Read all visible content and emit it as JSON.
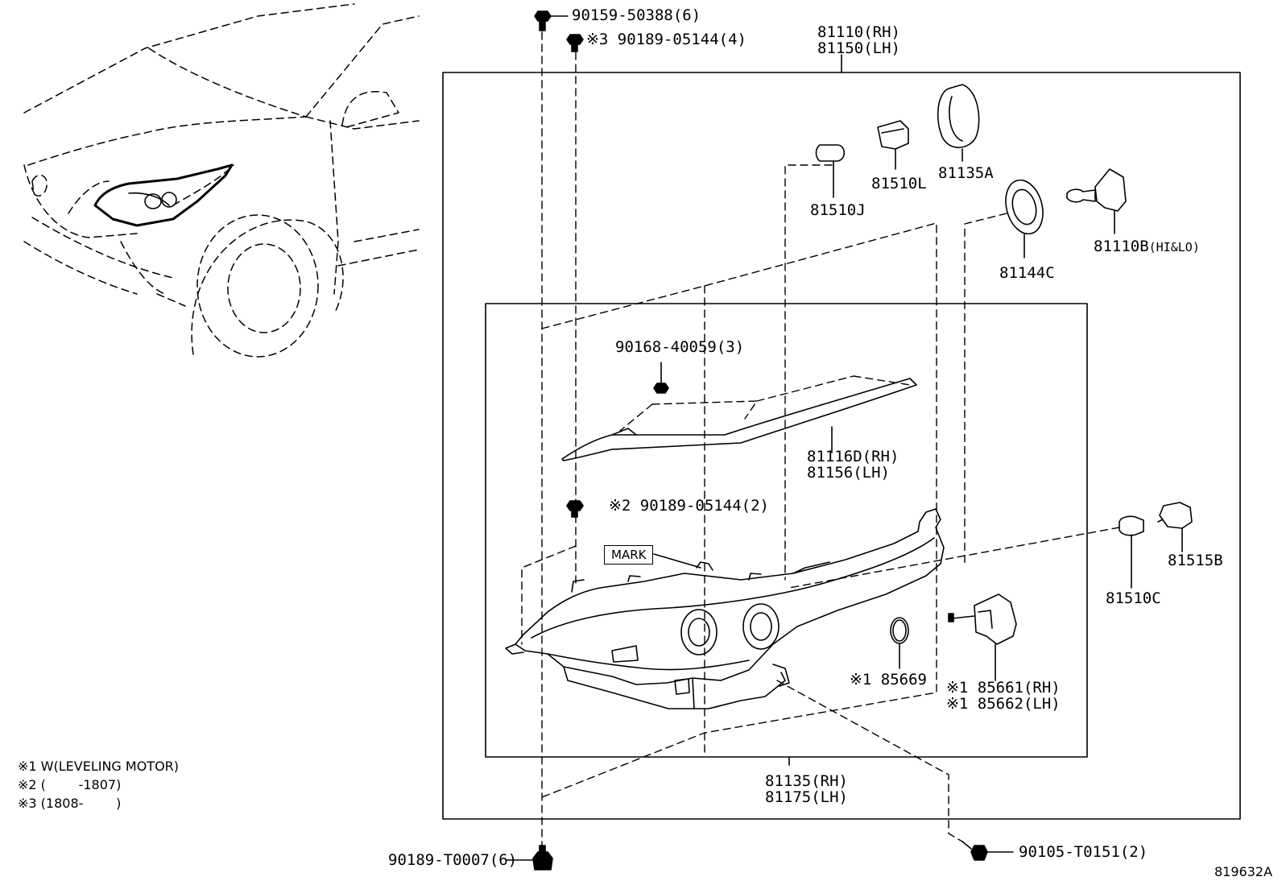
{
  "parts": {
    "p_90159": "90159-50388(6)",
    "p_90189_x3": "※3 90189-05144(4)",
    "p_81110": "81110(RH)",
    "p_81150": "81150(LH)",
    "p_81510J": "81510J",
    "p_81510L": "81510L",
    "p_81135A": "81135A",
    "p_81144C": "81144C",
    "p_81110B": "81110B",
    "p_81110B_sfx": "(HI&LO)",
    "p_90168": "90168-40059(3)",
    "p_81116D": "81116D(RH)",
    "p_81156": "81156(LH)",
    "p_90189_x2": "※2 90189-05144(2)",
    "mark": "MARK",
    "p_81515B": "81515B",
    "p_81510C": "81510C",
    "p_85669": "※1 85669",
    "p_85661": "※1 85661(RH)",
    "p_85662": "※1 85662(LH)",
    "p_81135": "81135(RH)",
    "p_81175": "81175(LH)",
    "p_90189_T": "90189-T0007(6)",
    "p_90105": "90105-T0151(2)"
  },
  "notes": {
    "n1": "※1 W(LEVELING MOTOR)",
    "n2": "※2 (        -1807)",
    "n3": "※3 (1808-        )"
  },
  "diagram_id": "819632A"
}
